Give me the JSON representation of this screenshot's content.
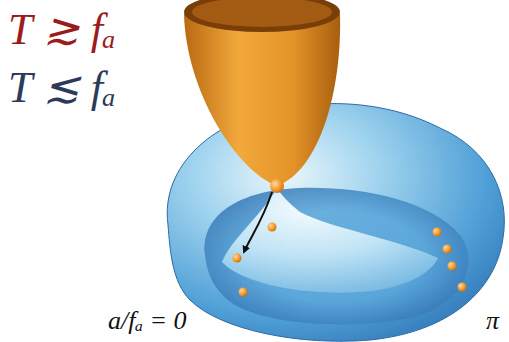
{
  "diagram": {
    "labels": [
      "T ≳ fₐ",
      "T ≲ fₐ",
      "a/fₐ = 0",
      "π"
    ]
  }
}
